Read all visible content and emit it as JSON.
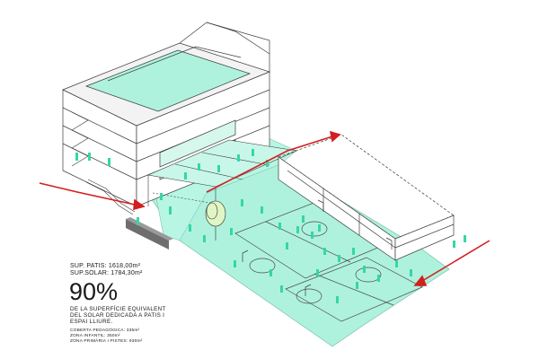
{
  "diagram": {
    "caption": {
      "surface_patis": "SUP. PATIS:  1618,00m²",
      "surface_solar": "SUP.SOLAR:  1784,30m²",
      "percentage": "90%",
      "description_lines": [
        "DE LA SUPERFÍCIE EQUIVALENT",
        "DEL SOLAR DEDICADA A PATIS I",
        "ESPAI LLIURE."
      ],
      "zones": [
        "COBERTA PEDAGÒGICA: 335m²",
        "ZONA INFANTIL: 350m²",
        "ZONA PRIMÀRIA I PISTES: 930m²"
      ]
    },
    "colors": {
      "playground_fill": "#aef2dd",
      "figure_color": "#36d6a8",
      "arrow_color": "#d21f1f",
      "line_color": "#3a3a3a"
    }
  }
}
